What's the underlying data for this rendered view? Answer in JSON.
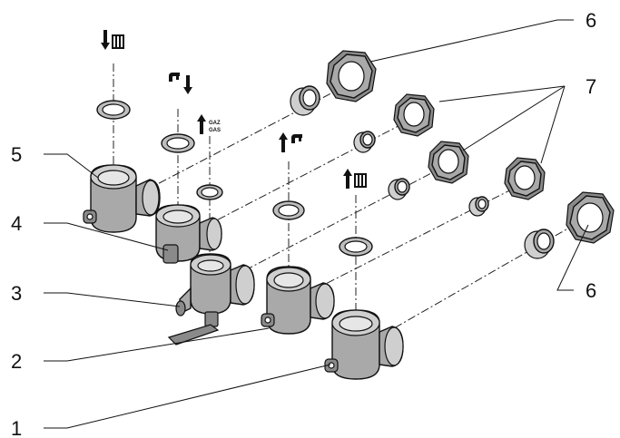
{
  "callouts": {
    "c1": "1",
    "c2": "2",
    "c3": "3",
    "c4": "4",
    "c5": "5",
    "c6_top": "6",
    "c6_bottom": "6",
    "c7": "7"
  },
  "gas_labels": {
    "line1": "GAZ",
    "line2": "GAS"
  },
  "symbols": [
    "heating-flow-icon",
    "hot-water-icon",
    "gas-inlet-icon",
    "cold-water-icon",
    "heating-return-icon"
  ],
  "colors": {
    "line": "#111111",
    "metal": "#a9a9a9",
    "background": "#ffffff"
  }
}
